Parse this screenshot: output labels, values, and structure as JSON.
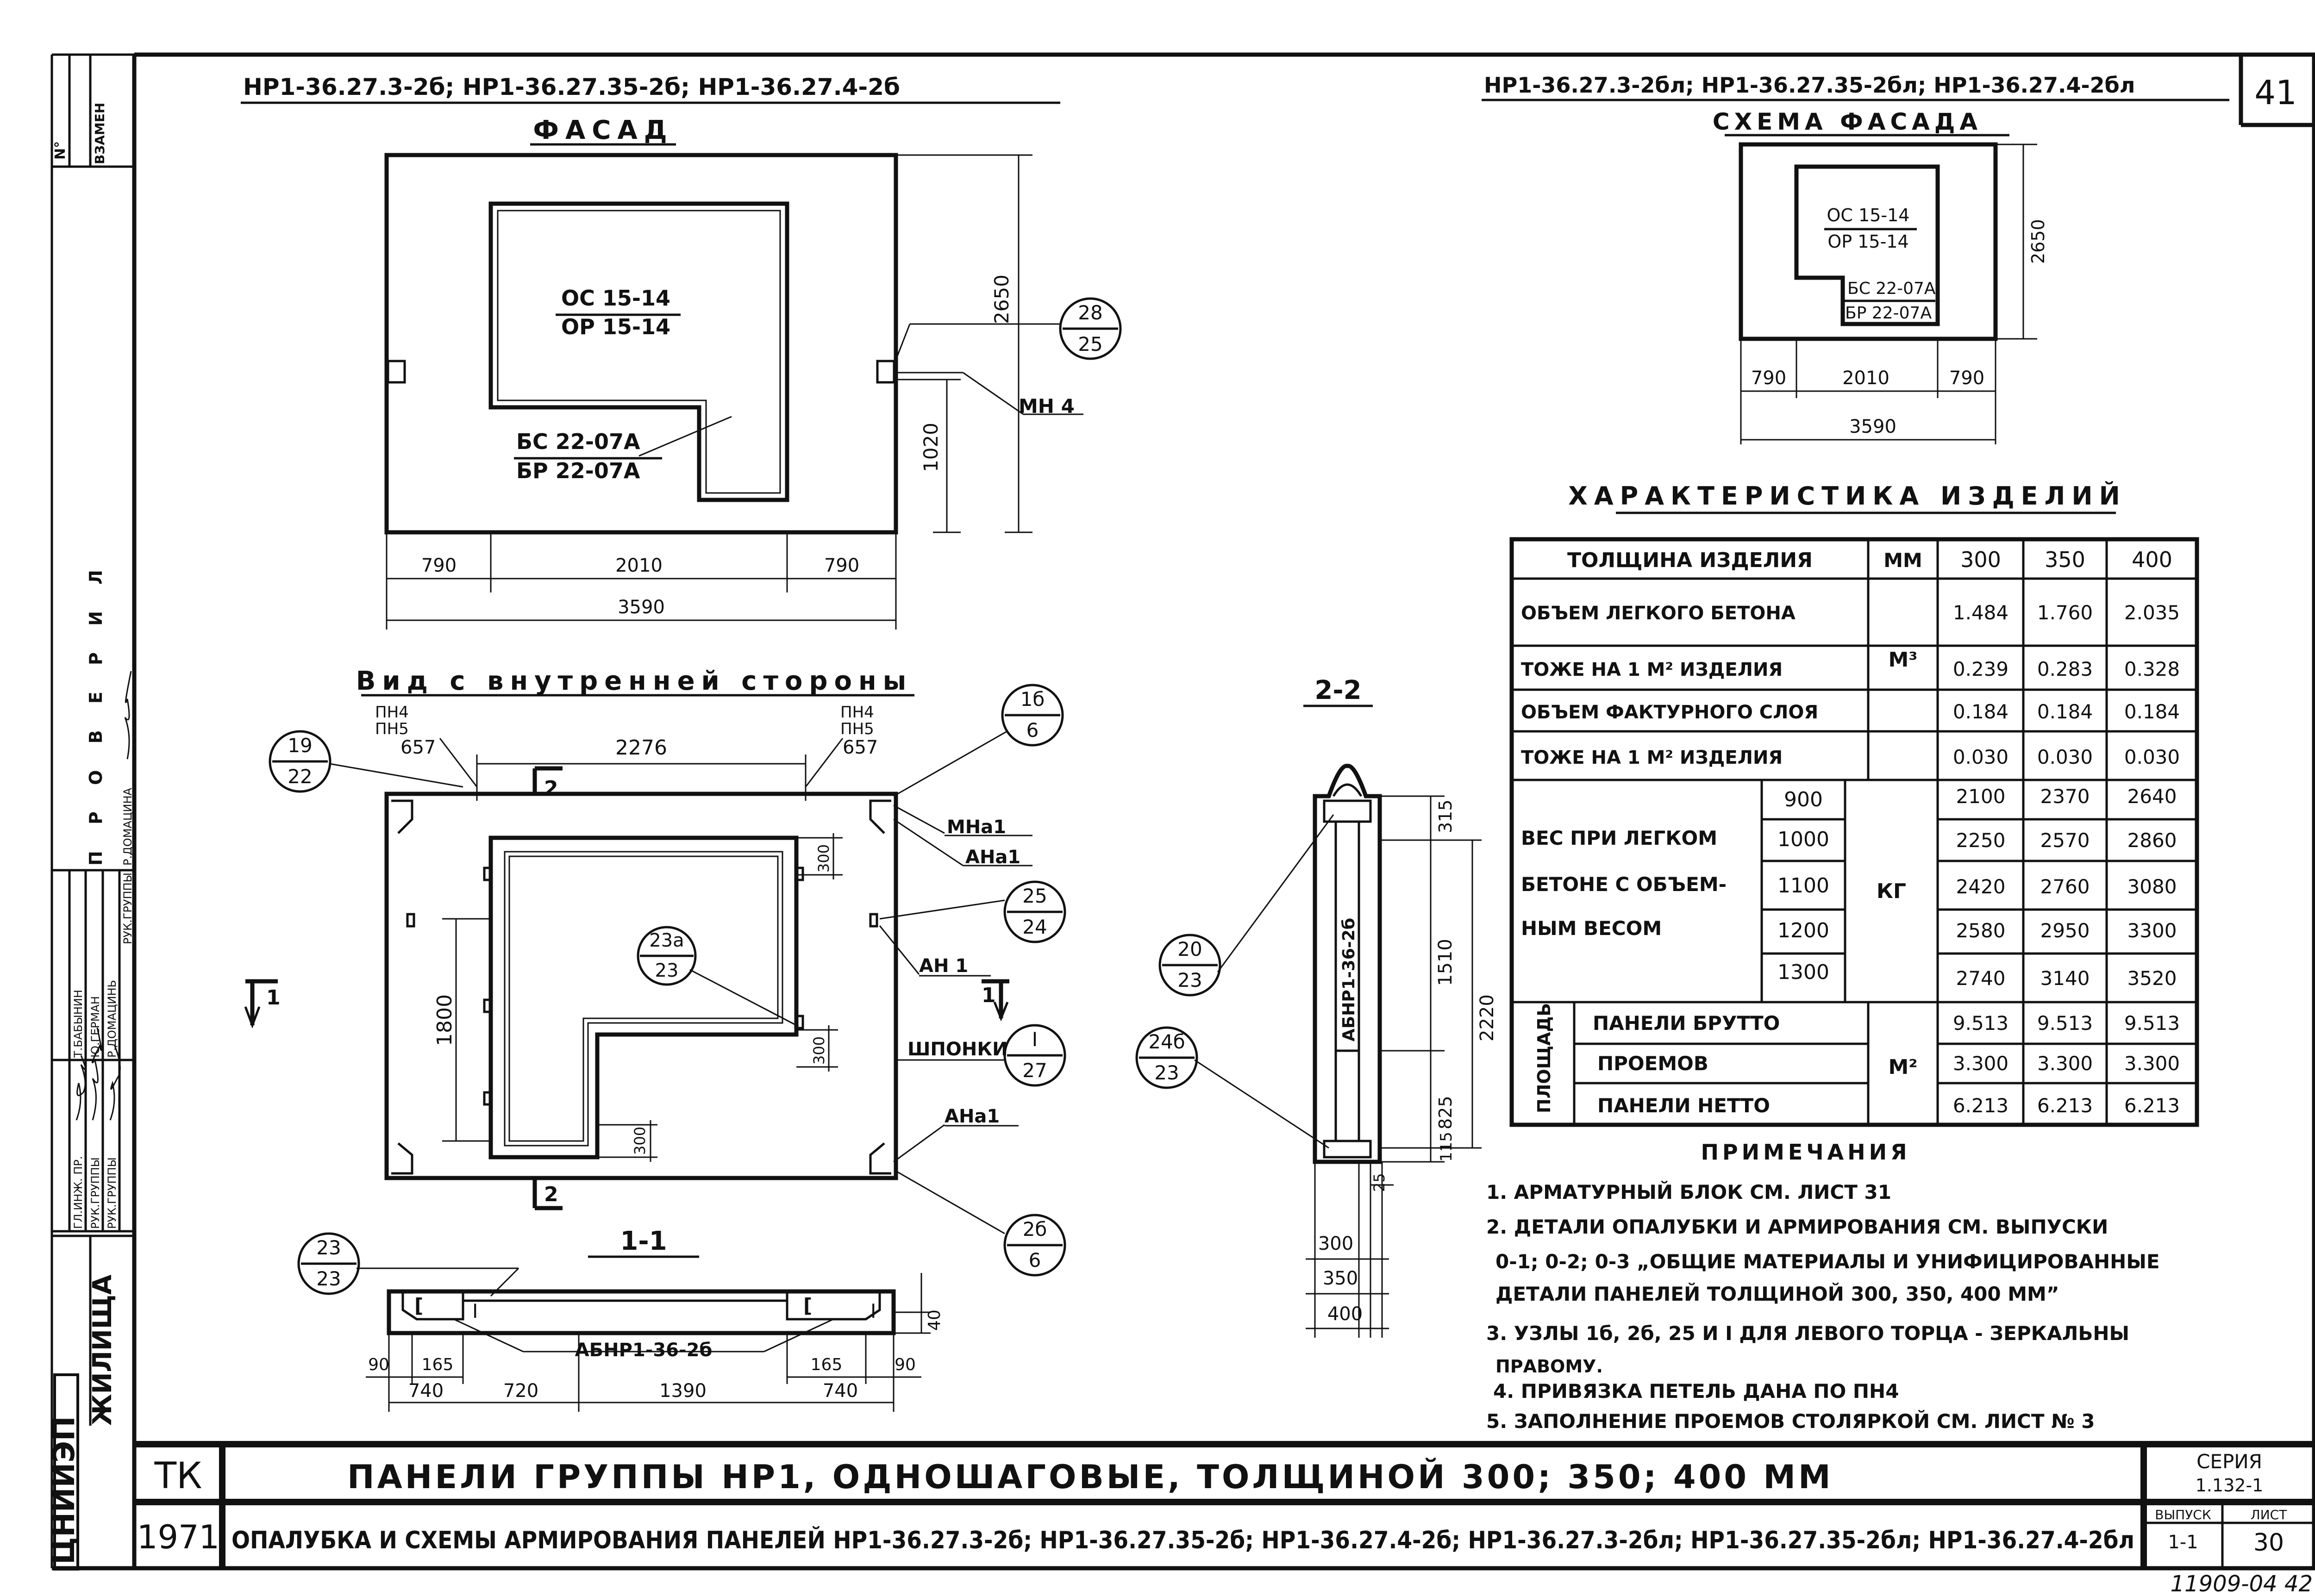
{
  "sheet_number": "41",
  "stamp": {
    "no_label": "N°",
    "vzamen_label": "ВЗАМЕН",
    "proveril_label": "П Р О В Е Р И Л",
    "people": [
      {
        "role": "ГЛ.ИНЖ. ПР.",
        "name": "Т.БАБЫНИН"
      },
      {
        "role": "РУК.ГРУППЫ",
        "name": "Ю.ГЕРМАН"
      },
      {
        "role": "РУК.ГРУППЫ",
        "name": "Р.ДОМАЦИНЬ"
      },
      {
        "role": "РУК.ГРУППЫ",
        "name": "Р.ДОМАЦИНА"
      }
    ],
    "org_name": "ЖИЛИЩА",
    "org_logo": "ЦНИИЭП"
  },
  "left_header": "НР1-36.27.3-2б; НР1-36.27.35-2б; НР1-36.27.4-2б",
  "right_header": "НР1-36.27.3-2бл; НР1-36.27.35-2бл; НР1-36.27.4-2бл",
  "facade": {
    "title": "ФАСАД",
    "oc": "ОС 15-14",
    "op": "ОР 15-14",
    "bc": "БС 22-07А",
    "bp": "БР 22-07А",
    "dim_height": "2650",
    "dim_sill": "1020",
    "dim_left": "790",
    "dim_mid": "2010",
    "dim_right": "790",
    "dim_total": "3590",
    "callout_top": "28",
    "callout_bottom": "25",
    "mn_label": "МН 4"
  },
  "scheme": {
    "title": "СХЕМА ФАСАДА",
    "oc": "ОС 15-14",
    "op": "ОР 15-14",
    "bc": "БС 22-07А",
    "bp": "БР 22-07А",
    "dim_height": "2650",
    "dim_left": "790",
    "dim_mid": "2010",
    "dim_right": "790",
    "dim_total": "3590"
  },
  "inner": {
    "title": "Вид с внутренней стороны",
    "dim_top": "2276",
    "dim_left_corner": "657",
    "dim_right_corner": "657",
    "loop_left_1": "ПН4",
    "loop_left_2": "ПН5",
    "loop_right_1": "ПН4",
    "loop_right_2": "ПН5",
    "dim_1800": "1800",
    "dim_300_a": "300",
    "dim_300_b": "300",
    "dim_300_c": "300",
    "section_mark_2": "2",
    "section_mark_1": "1",
    "callouts": [
      {
        "top": "19",
        "bottom": "22"
      },
      {
        "top": "1б",
        "bottom": "6"
      },
      {
        "top": "25",
        "bottom": "24"
      },
      {
        "top": "23а",
        "bottom": "23"
      },
      {
        "top": "I",
        "bottom": "27"
      },
      {
        "top": "2б",
        "bottom": "6"
      }
    ],
    "labels": {
      "mna1": "МНа1",
      "ana1_top": "АНа1",
      "an1": "АН 1",
      "shponki": "ШПОНКИ",
      "ana1_bottom": "АНа1"
    }
  },
  "section_11": {
    "title": "1-1",
    "callout_top": "23",
    "callout_bottom": "23",
    "block_label": "АБНР1-36-2б",
    "dim_40": "40",
    "dims_top": [
      "90",
      "165",
      "165",
      "90"
    ],
    "dims_bottom": [
      "740",
      "720",
      "1390",
      "740"
    ]
  },
  "section_22": {
    "title": "2-2",
    "block_label": "АБНР1-36-2б",
    "dim_315": "315",
    "dim_1510": "1510",
    "dim_2220": "2220",
    "dim_825": "825",
    "dim_115": "115",
    "dim_25": "25",
    "thicknesses": [
      "300",
      "350",
      "400"
    ],
    "callouts": [
      {
        "top": "20",
        "bottom": "23"
      },
      {
        "top": "24б",
        "bottom": "23"
      }
    ]
  },
  "characteristics": {
    "title": "ХАРАКТЕРИСТИКА ИЗДЕЛИЙ",
    "header": [
      "ТОЛЩИНА ИЗДЕЛИЯ",
      "ММ",
      "300",
      "350",
      "400"
    ],
    "rows": [
      {
        "label": "ОБЪЕМ ЛЕГКОГО БЕТОНА",
        "values": [
          "1.484",
          "1.760",
          "2.035"
        ]
      },
      {
        "label": "ТОЖЕ НА 1 М² ИЗДЕЛИЯ",
        "values": [
          "0.239",
          "0.283",
          "0.328"
        ]
      },
      {
        "label": "ОБЪЕМ ФАКТУРНОГО СЛОЯ",
        "values": [
          "0.184",
          "0.184",
          "0.184"
        ]
      },
      {
        "label": "ТОЖЕ НА 1 М² ИЗДЕЛИЯ",
        "values": [
          "0.030",
          "0.030",
          "0.030"
        ]
      }
    ],
    "unit_m3": "М³",
    "weight_label": [
      "ВЕС ПРИ ЛЕГКОМ",
      "БЕТОНЕ С ОБЪЕМ-",
      "НЫМ ВЕСОМ"
    ],
    "unit_kg": "КГ",
    "weight_rows": [
      {
        "density": "900",
        "values": [
          "2100",
          "2370",
          "2640"
        ]
      },
      {
        "density": "1000",
        "values": [
          "2250",
          "2570",
          "2860"
        ]
      },
      {
        "density": "1100",
        "values": [
          "2420",
          "2760",
          "3080"
        ]
      },
      {
        "density": "1200",
        "values": [
          "2580",
          "2950",
          "3300"
        ]
      },
      {
        "density": "1300",
        "values": [
          "2740",
          "3140",
          "3520"
        ]
      }
    ],
    "area_label": "ПЛОЩАДЬ",
    "unit_m2": "М²",
    "area_rows": [
      {
        "label": "ПАНЕЛИ БРУТТО",
        "values": [
          "9.513",
          "9.513",
          "9.513"
        ]
      },
      {
        "label": "ПРОЕМОВ",
        "values": [
          "3.300",
          "3.300",
          "3.300"
        ]
      },
      {
        "label": "ПАНЕЛИ НЕТТО",
        "values": [
          "6.213",
          "6.213",
          "6.213"
        ]
      }
    ]
  },
  "notes": {
    "title": "ПРИМЕЧАНИЯ",
    "lines": [
      "1. АРМАТУРНЫЙ БЛОК СМ. ЛИСТ 31",
      "2. ДЕТАЛИ ОПАЛУБКИ И АРМИРОВАНИЯ СМ. ВЫПУСКИ",
      "0-1; 0-2; 0-3 „ОБЩИЕ МАТЕРИАЛЫ И УНИФИЦИРОВАННЫЕ",
      "ДЕТАЛИ ПАНЕЛЕЙ ТОЛЩИНОЙ 300, 350, 400 ММ”",
      "3. УЗЛЫ 1б, 2б, 25 И I ДЛЯ ЛЕВОГО ТОРЦА - ЗЕРКАЛЬНЫ",
      "ПРАВОМУ.",
      "4. ПРИВЯЗКА ПЕТЕЛЬ ДАНА ПО ПН4",
      "5. ЗАПОЛНЕНИЕ ПРОЕМОВ СТОЛЯРКОЙ СМ. ЛИСТ № 3"
    ]
  },
  "title_block": {
    "tk": "ТК",
    "year": "1971",
    "title1": "ПАНЕЛИ ГРУППЫ НР1, ОДНОШАГОВЫЕ, ТОЛЩИНОЙ 300; 350; 400 ММ",
    "title2": "ОПАЛУБКА И СХЕМЫ АРМИРОВАНИЯ ПАНЕЛЕЙ НР1-36.27.3-2б; НР1-36.27.35-2б; НР1-36.27.4-2б; НР1-36.27.3-2бл; НР1-36.27.35-2бл; НР1-36.27.4-2бл",
    "series_label": "СЕРИЯ",
    "series_value": "1.132-1",
    "issue_label": "ВЫПУСК",
    "issue_value": "1-1",
    "sheet_label": "ЛИСТ",
    "sheet_value": "30"
  },
  "footer_code": "11909-04  42"
}
